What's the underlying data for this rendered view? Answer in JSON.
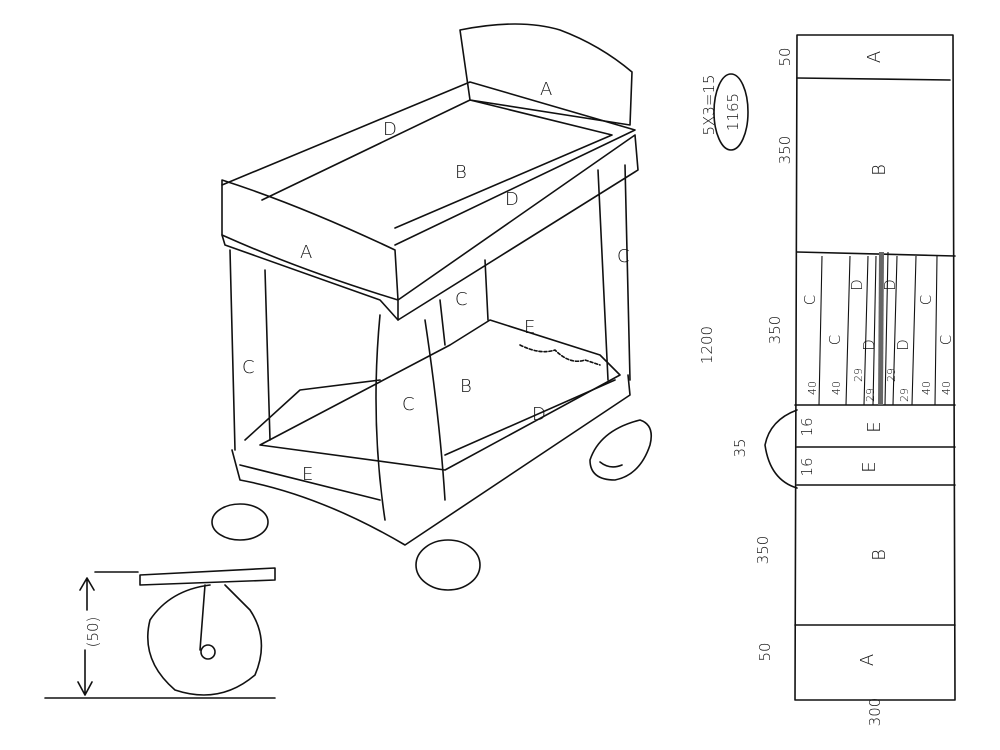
{
  "sketch": {
    "cart_labels": {
      "top_back_rail": "A",
      "top_front_rail": "A",
      "top_shelf": "B",
      "bottom_shelf": "B",
      "top_side_rail_back": "D",
      "top_side_rail_front": "D",
      "bottom_side_rail_back": "E",
      "bottom_side_rail_front": "D",
      "bottom_front_rail": "E",
      "leg_front_left": "C",
      "leg_front_right": "C",
      "leg_back_right": "C",
      "leg_back_inner": "C"
    },
    "wheel_detail": {
      "height_label": "(50)"
    },
    "calc": {
      "formula": "5X3=15",
      "total": "1165"
    },
    "cut_layout": {
      "overall_length": "1200",
      "overall_width": "300",
      "sections": [
        {
          "label": "A",
          "dim": "50"
        },
        {
          "label": "B",
          "dim": "350"
        },
        {
          "label": "strips",
          "dim": "350"
        },
        {
          "label": "E",
          "dim": "16"
        },
        {
          "label": "E",
          "dim": "16"
        },
        {
          "label": "B",
          "dim": "350"
        },
        {
          "label": "A",
          "dim": "50"
        }
      ],
      "e_group_dim": "35",
      "strips": [
        {
          "label": "C",
          "width": "40"
        },
        {
          "label": "C",
          "width": "40"
        },
        {
          "label": "D",
          "width": "29"
        },
        {
          "label": "D",
          "width": "29"
        },
        {
          "label": "D",
          "width": "29"
        },
        {
          "label": "D",
          "width": "29"
        },
        {
          "label": "C",
          "width": "40"
        },
        {
          "label": "C",
          "width": "40"
        }
      ]
    }
  }
}
